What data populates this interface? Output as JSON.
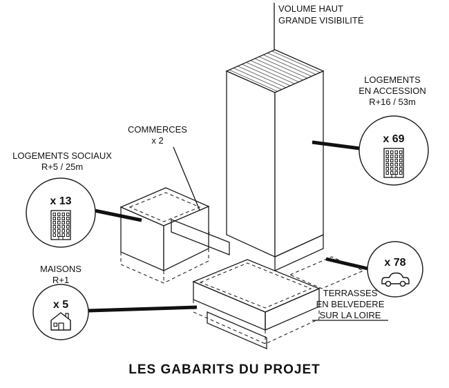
{
  "title": "LES GABARITS DU PROJET",
  "labels": {
    "volume_haut": {
      "l1": "VOLUME HAUT",
      "l2": "GRANDE VISIBILITÉ"
    },
    "accession": {
      "l1": "LOGEMENTS",
      "l2": "EN ACCESSION",
      "l3": "R+16 / 53m"
    },
    "sociaux": {
      "l1": "LOGEMENTS SOCIAUX",
      "l2": "R+5 / 25m"
    },
    "maisons": {
      "l1": "MAISONS",
      "l2": "R+1"
    },
    "commerces": {
      "l1": "COMMERCES",
      "l2": "x 2"
    },
    "terrasses": {
      "l1": "TERRASSES",
      "l2": "EN BELVEDERE",
      "l3": "SUR LA LOIRE"
    }
  },
  "badges": {
    "accession_count": "x 69",
    "sociaux_count": "x 13",
    "maisons_count": "x 5",
    "parking_count": "x 78"
  },
  "icons": {
    "accession": "building-icon",
    "sociaux": "building-icon",
    "maisons": "house-icon",
    "parking": "car-icon"
  },
  "colors": {
    "ink": "#111111",
    "background": "#ffffff"
  }
}
